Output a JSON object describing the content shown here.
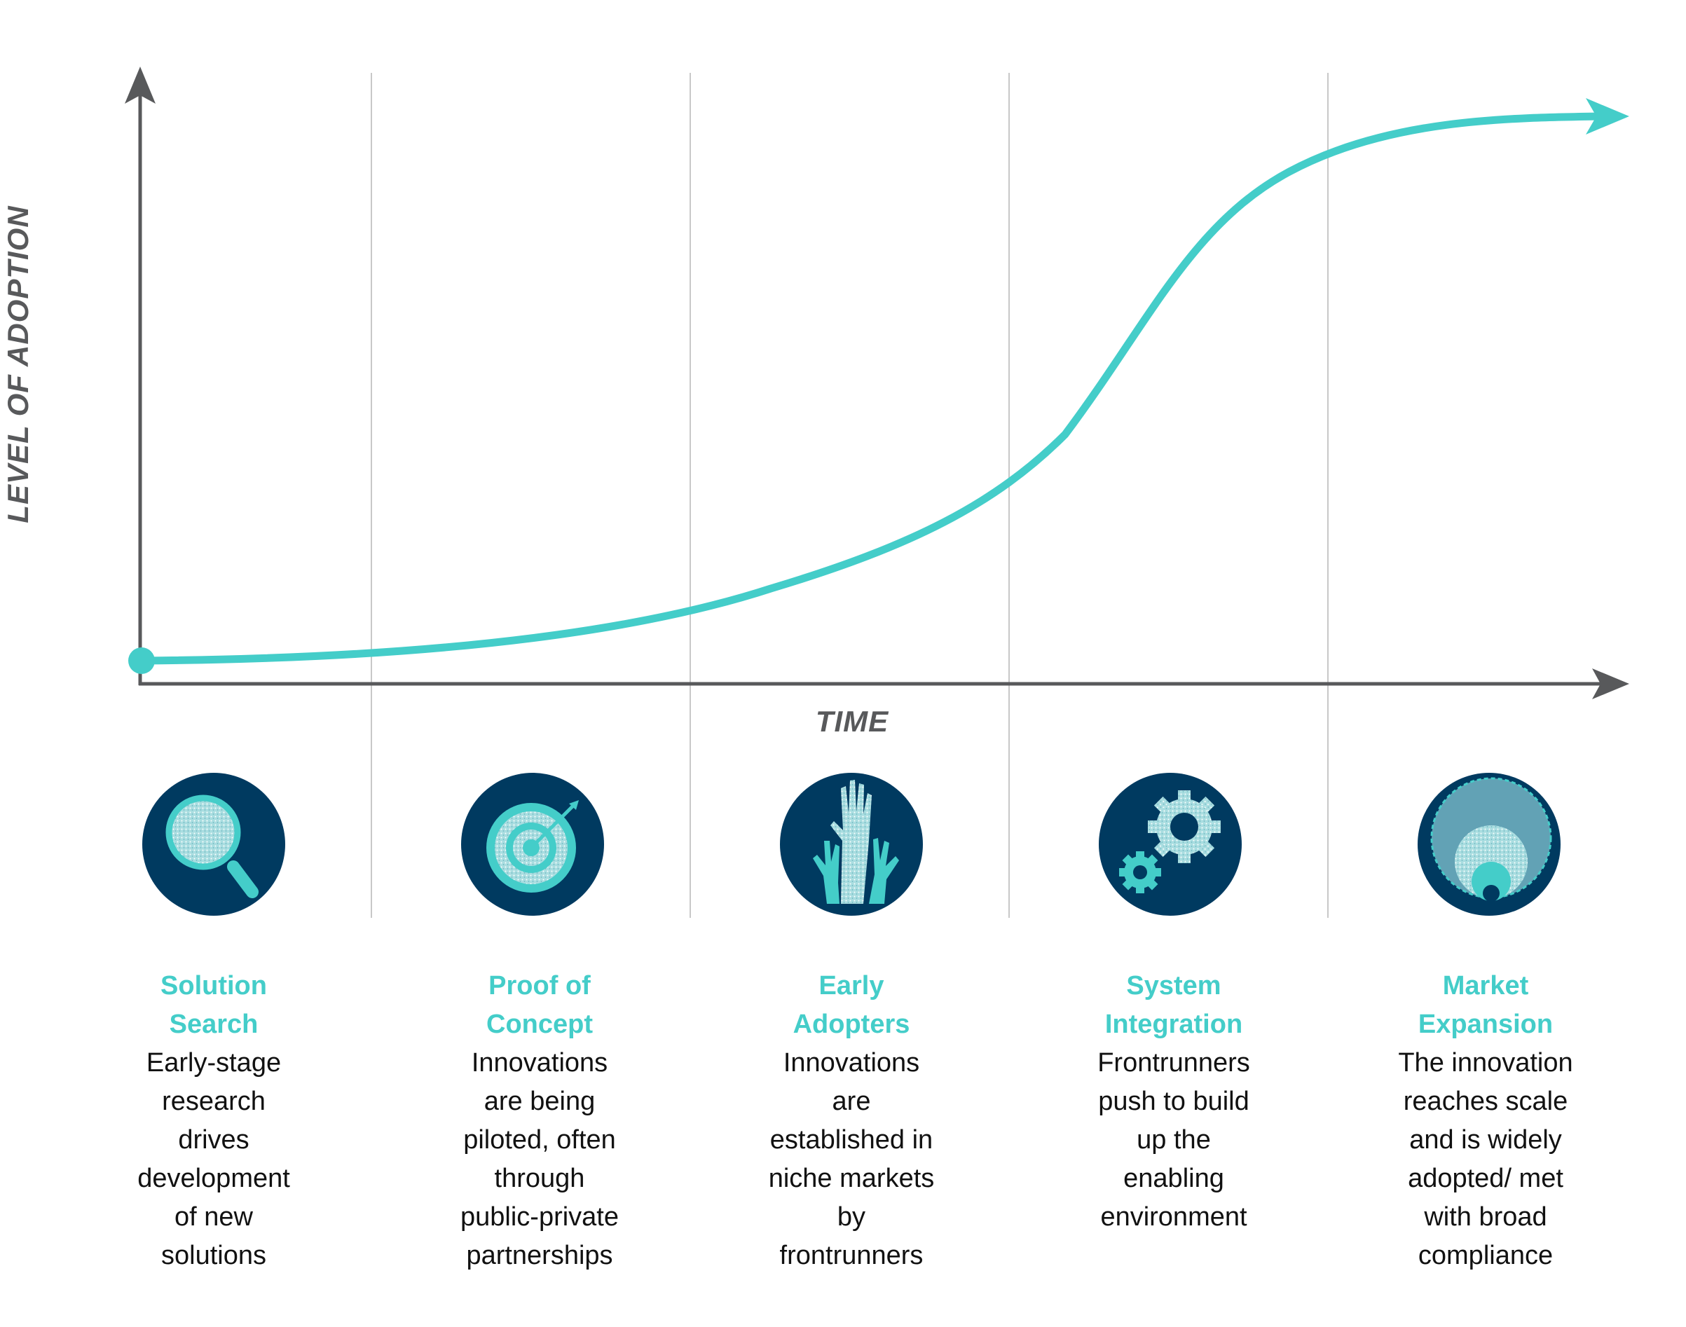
{
  "axes": {
    "x_label": "TIME",
    "y_label": "LEVEL OF ADOPTION"
  },
  "colors": {
    "curve": "#44cdc9",
    "axis": "#58595b",
    "divider": "#c8c8c8",
    "circle": "#003a60",
    "title": "#44cdc9",
    "text": "#111111"
  },
  "stages": [
    {
      "title_line1": "Solution",
      "title_line2": "Search",
      "description": [
        "Early-stage",
        "research",
        "drives",
        "development",
        "of new",
        "solutions"
      ],
      "icon": "magnifier-icon"
    },
    {
      "title_line1": "Proof of",
      "title_line2": "Concept",
      "description": [
        "Innovations",
        "are being",
        "piloted, often",
        "through",
        "public-private",
        "partnerships"
      ],
      "icon": "target-icon"
    },
    {
      "title_line1": "Early",
      "title_line2": "Adopters",
      "description": [
        "Innovations",
        "are",
        "established in",
        "niche markets",
        "by",
        "frontrunners"
      ],
      "icon": "raised-hands-icon"
    },
    {
      "title_line1": "System",
      "title_line2": "Integration",
      "description": [
        "Frontrunners",
        "push to build",
        "up the",
        "enabling",
        "environment"
      ],
      "icon": "gears-icon"
    },
    {
      "title_line1": "Market",
      "title_line2": "Expansion",
      "description": [
        "The innovation",
        "reaches scale",
        "and is widely",
        "adopted/ met",
        "with broad",
        "compliance"
      ],
      "icon": "expanding-circles-icon"
    }
  ]
}
